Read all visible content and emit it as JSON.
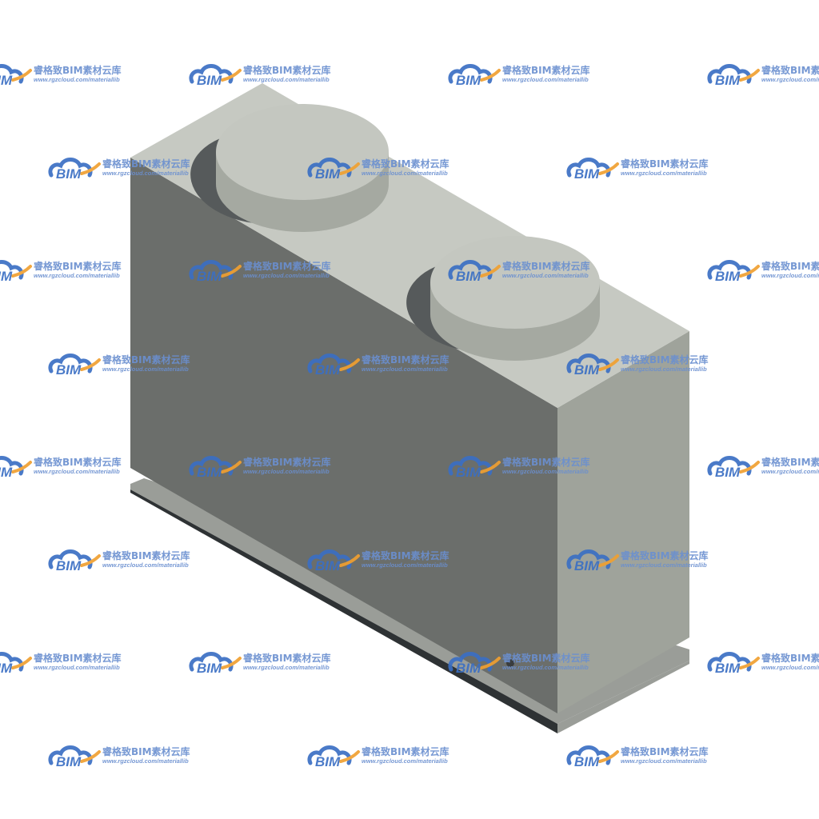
{
  "watermark": {
    "logo_text": "BIM",
    "brand_text": "睿格致BIM素材云库",
    "url_text": "www.rgzcloud.com/materiallib",
    "colors": {
      "blue": "#3a6fc4",
      "orange": "#f0a030",
      "text": "#6a8fd0"
    }
  },
  "model": {
    "colors": {
      "front_face": "#6b6e6b",
      "side_face": "#9fa39b",
      "top_face": "#c6c9c2",
      "disc_top": "#c4c7c0",
      "disc_side": "#a5a9a1",
      "hole_shadow": "#565a5b",
      "base_plate": "#2e3234",
      "base_edge": "#9a9d98"
    }
  }
}
